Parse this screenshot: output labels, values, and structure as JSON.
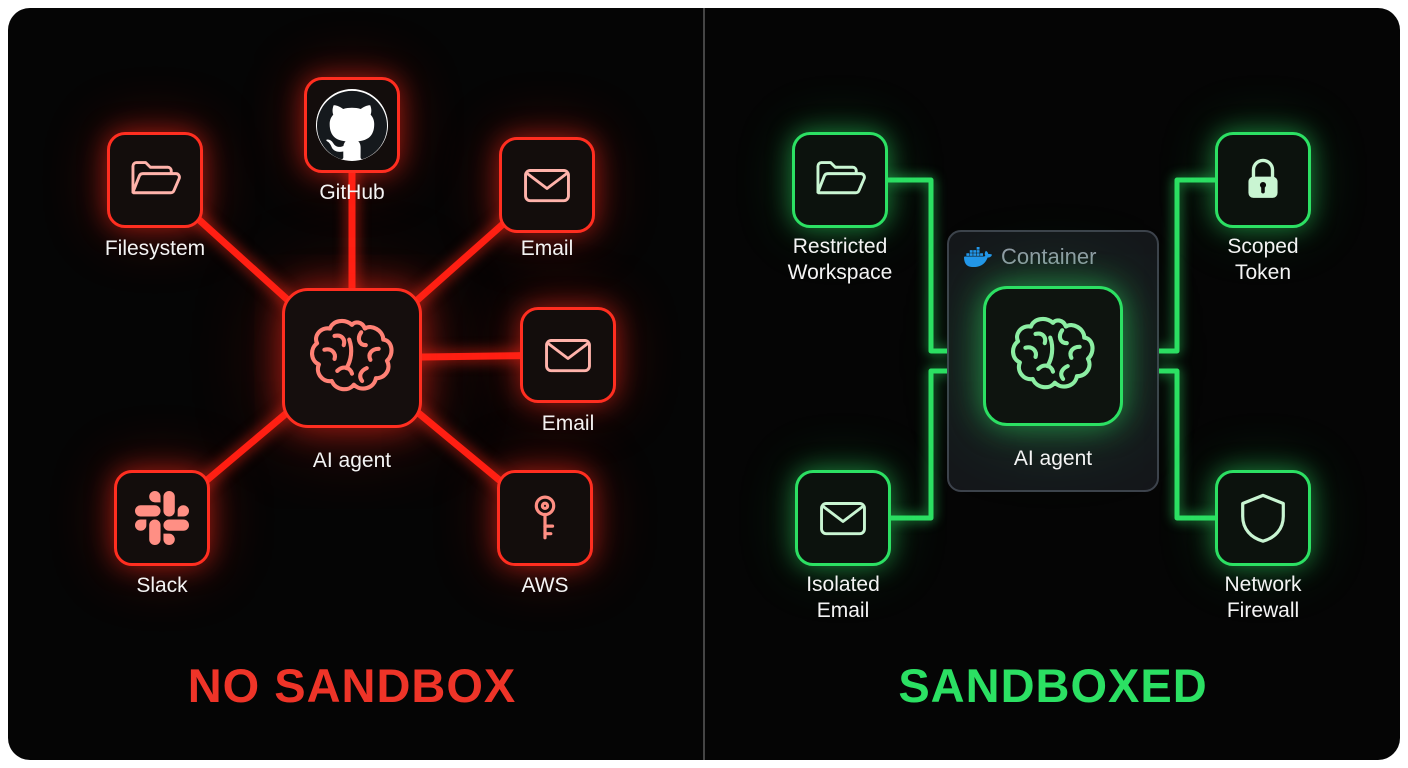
{
  "page": {
    "background": "#ffffff",
    "panel_background": "#050505",
    "divider_color": "#454545"
  },
  "left": {
    "title": "NO SANDBOX",
    "accent_color": "#ee3428",
    "line_color": "#ff2014",
    "center_node": {
      "label": "AI agent",
      "icon": "brain-icon"
    },
    "nodes": [
      {
        "label": "Filesystem",
        "icon": "folder-icon"
      },
      {
        "label": "GitHub",
        "icon": "github-icon"
      },
      {
        "label": "Email",
        "icon": "envelope-icon"
      },
      {
        "label": "Email",
        "icon": "envelope-icon"
      },
      {
        "label": "Slack",
        "icon": "slack-icon"
      },
      {
        "label": "AWS",
        "icon": "key-icon"
      }
    ]
  },
  "right": {
    "title": "SANDBOXED",
    "accent_color": "#2be063",
    "container_label": "Container",
    "docker_color": "#2396ed",
    "center_node": {
      "label": "AI agent",
      "icon": "brain-icon"
    },
    "nodes": [
      {
        "line1": "Restricted",
        "line2": "Workspace",
        "icon": "folder-icon"
      },
      {
        "line1": "Scoped",
        "line2": "Token",
        "icon": "lock-icon"
      },
      {
        "line1": "Isolated",
        "line2": "Email",
        "icon": "envelope-icon"
      },
      {
        "line1": "Network",
        "line2": "Firewall",
        "icon": "shield-icon"
      }
    ]
  }
}
